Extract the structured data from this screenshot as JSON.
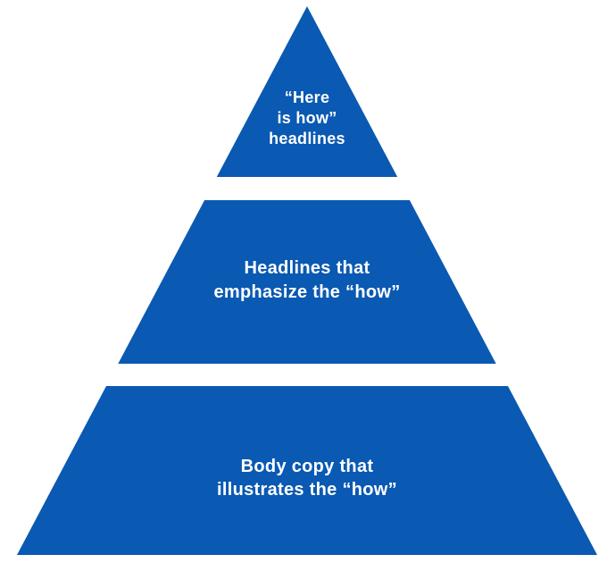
{
  "colors": {
    "tier_fill": "#0A59B2",
    "label_text": "#FFFFFF",
    "background": "#FFFFFF"
  },
  "pyramid": {
    "tiers": [
      {
        "name": "top",
        "lines": [
          "“Here",
          "is how”",
          "headlines"
        ]
      },
      {
        "name": "middle",
        "lines": [
          "Headlines that",
          "emphasize the “how”"
        ]
      },
      {
        "name": "bottom",
        "lines": [
          "Body copy that",
          "illustrates the “how”"
        ]
      }
    ]
  }
}
